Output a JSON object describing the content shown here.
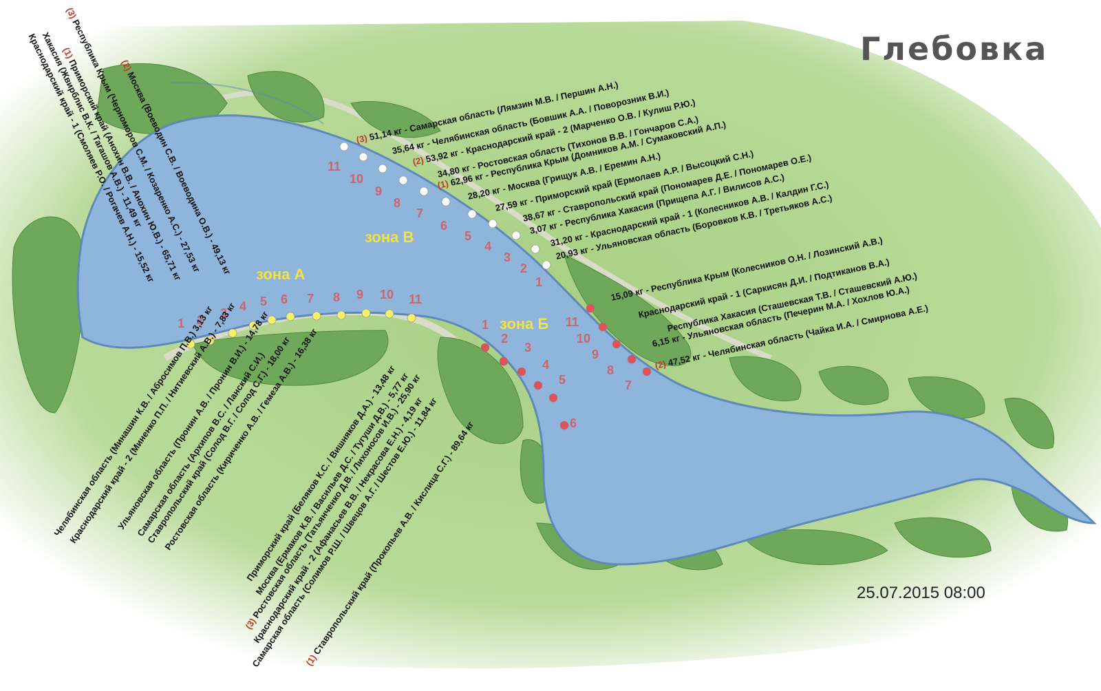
{
  "title": "Глебовка",
  "timestamp": "25.07.2015 08:00",
  "zones": [
    {
      "id": "a",
      "label": "зона А"
    },
    {
      "id": "v",
      "label": "зона В"
    },
    {
      "id": "b",
      "label": "зона Б"
    }
  ],
  "colors": {
    "water": "#8fb5dc",
    "land": "#9fc87a",
    "trees": "#6fa85a",
    "marker_a": "#f7f06a",
    "marker_v": "#ffffff",
    "marker_b": "#e0525a",
    "rank": "#c0392b"
  },
  "sector_numbers": {
    "zone_a": [
      "1",
      "2",
      "3",
      "4",
      "5",
      "6",
      "7",
      "8",
      "9",
      "10",
      "11"
    ],
    "zone_v": [
      "11",
      "10",
      "9",
      "8",
      "7",
      "6",
      "5",
      "4",
      "3",
      "2",
      "1"
    ],
    "zone_b_left": [
      "1",
      "2",
      "3",
      "4",
      "5",
      "6"
    ],
    "zone_b_right": [
      "11",
      "10",
      "9",
      "8",
      "7"
    ]
  },
  "results": {
    "zone_v": [
      {
        "rank": "(3)",
        "text": "51,14 кг - Самарская область (Лямзин М.В. / Першин А.Н.)"
      },
      {
        "rank": "",
        "text": "35,64 кг - Челябинская область (Бовшик А.А. / Поворозник В.И.)"
      },
      {
        "rank": "(2)",
        "text": "53,92 кг - Краснодарский край - 2 (Марченко О.В. / Кулиш Р.Ю.)"
      },
      {
        "rank": "",
        "text": "34,80 кг - Ростовская область (Тихонов В.В. / Гончаров С.А.)"
      },
      {
        "rank": "(1)",
        "text": "62,96 кг - Республика Крым (Домников А.М. / Сумаковский А.П.)"
      },
      {
        "rank": "",
        "text": "28,20 кг - Москва (Грищук А.В. / Еремин А.Н.)"
      },
      {
        "rank": "",
        "text": "27,59 кг - Приморский край (Ермолаев А.Р. / Высоцкий С.Н.)"
      },
      {
        "rank": "",
        "text": "38,67 кг - Ставропольский край (Пономарев Д.Е. / Пономарев О.Е.)"
      },
      {
        "rank": "",
        "text": "3,07 кг - Республика Хакасия (Прищепа А.Г. / Вилисов А.С.)"
      },
      {
        "rank": "",
        "text": "31,20 кг - Краснодарский край - 1 (Колесников А.В. / Калдин Г.С.)"
      },
      {
        "rank": "",
        "text": "20,93 кг - Ульяновская область (Боровков К.В. / Третьяков А.С.)"
      }
    ],
    "zone_b_right": [
      {
        "rank": "",
        "text": "15,09 кг - Республика Крым (Колесников О.Н. / Лозинский А.В.)"
      },
      {
        "rank": "",
        "text": "Краснодарский край - 1 (Саркисян Д.И. / Подтиканов В.А.)"
      },
      {
        "rank": "",
        "text": "Республика Хакасия (Сташевская Т.В. / Сташевский А.Ю.)"
      },
      {
        "rank": "",
        "text": "6,15 кг - Ульяновская область (Печерин М.А. / Хохлов Ю.А.)"
      },
      {
        "rank": "(2)",
        "text": "47,52 кг - Челябинская область (Чайка И.А. / Смирнова А.Е.)"
      }
    ],
    "zone_a_top": [
      {
        "rank": "",
        "text": "Хакасия (Жвирблис В.К. / Тагашов А.В.) - 11,49 кг"
      },
      {
        "rank": "",
        "text": "Краснодарский край - 1 (Смоляев Р.О. / Рогачев А.Н.) - 15,52 кг"
      },
      {
        "rank": "(1)",
        "text": "Приморский край (Анохин В.В. / Анохин Ю.В.) - 65,71 кг"
      },
      {
        "rank": "(3)",
        "text": "Республика Крым (Черноморов С.М. / Козаренко А.С.) - 27,53 кг"
      },
      {
        "rank": "(2)",
        "text": "Москва (Воеводин С.В. / Воеводина О.В.) - 49,13 кг"
      }
    ],
    "zone_a_bottom": [
      {
        "rank": "",
        "text": "Челябинская область (Минашин К.В. / Абросимов П.В.) 3,13 кг"
      },
      {
        "rank": "",
        "text": "Краснодарский край - 2 (Миненко П.П. / Нитиевский А.В.) - 7,83 кг"
      },
      {
        "rank": "",
        "text": "Ульяновская область (Пронин А.В. / Пронин В.И.) - 14,78 кг"
      },
      {
        "rank": "",
        "text": "Самарская область (Архипов В.С. / Ланский С.И.)"
      },
      {
        "rank": "",
        "text": "Ставропольский край (Солод В.Г. / Солод С.Г.) - 18,00 кг"
      },
      {
        "rank": "",
        "text": "Ростовская область (Кириченко А.В. / Гемеза А.В.) - 16,38 кг"
      }
    ],
    "zone_b_left": [
      {
        "rank": "",
        "text": "Приморский край (Беляков К.С. / Вишняков Д.А.) - 13,48 кг"
      },
      {
        "rank": "",
        "text": "Москва (Ермаков К.В. / Васильев Д.С. / Тугуши Д.В.) - 5,77 кг"
      },
      {
        "rank": "(3)",
        "text": "Ростовская область (Татьянченко Д.В. / Лихоносов И.В.) - 25,90 кг"
      },
      {
        "rank": "",
        "text": "Краснодарский край - 2 (Афанасьев В.В. / Некрасова Е.Н.) - 4,19 кг"
      },
      {
        "rank": "",
        "text": "Самарская область (Солимов Р.Ш. / Швецов А.Г. / Шестов Е.Ю.) - 11,84 кг"
      },
      {
        "rank": "(1)",
        "text": "Ставропольский край (Прокопьев А.В. / Кислица С.Г.) - 89,64 кг"
      }
    ]
  }
}
